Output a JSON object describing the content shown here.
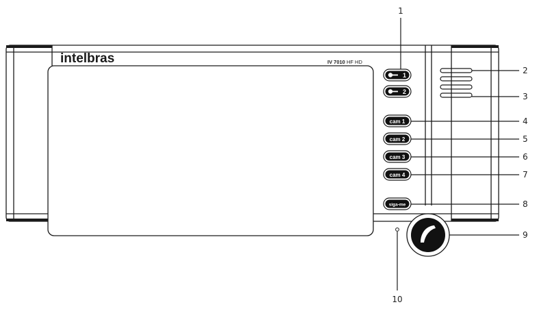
{
  "brand": "intelbras",
  "model": {
    "bold": "IV 7010",
    "rest": " HF HD"
  },
  "buttons": {
    "lock1": "1",
    "lock2": "2",
    "cam1": "cam 1",
    "cam2": "cam 2",
    "cam3": "cam 3",
    "cam4": "cam 4",
    "sigame": "siga-me"
  },
  "icons": {
    "lock": "key-icon",
    "handset": "phone-handset-icon",
    "speaker": "speaker-grille-icon",
    "mic": "microphone-hole-icon"
  },
  "callouts": [
    "1",
    "2",
    "3",
    "4",
    "5",
    "6",
    "7",
    "8",
    "9",
    "10"
  ],
  "colors": {
    "outline": "#1a1a1a",
    "button_fill": "#111111",
    "button_text": "#ffffff"
  }
}
